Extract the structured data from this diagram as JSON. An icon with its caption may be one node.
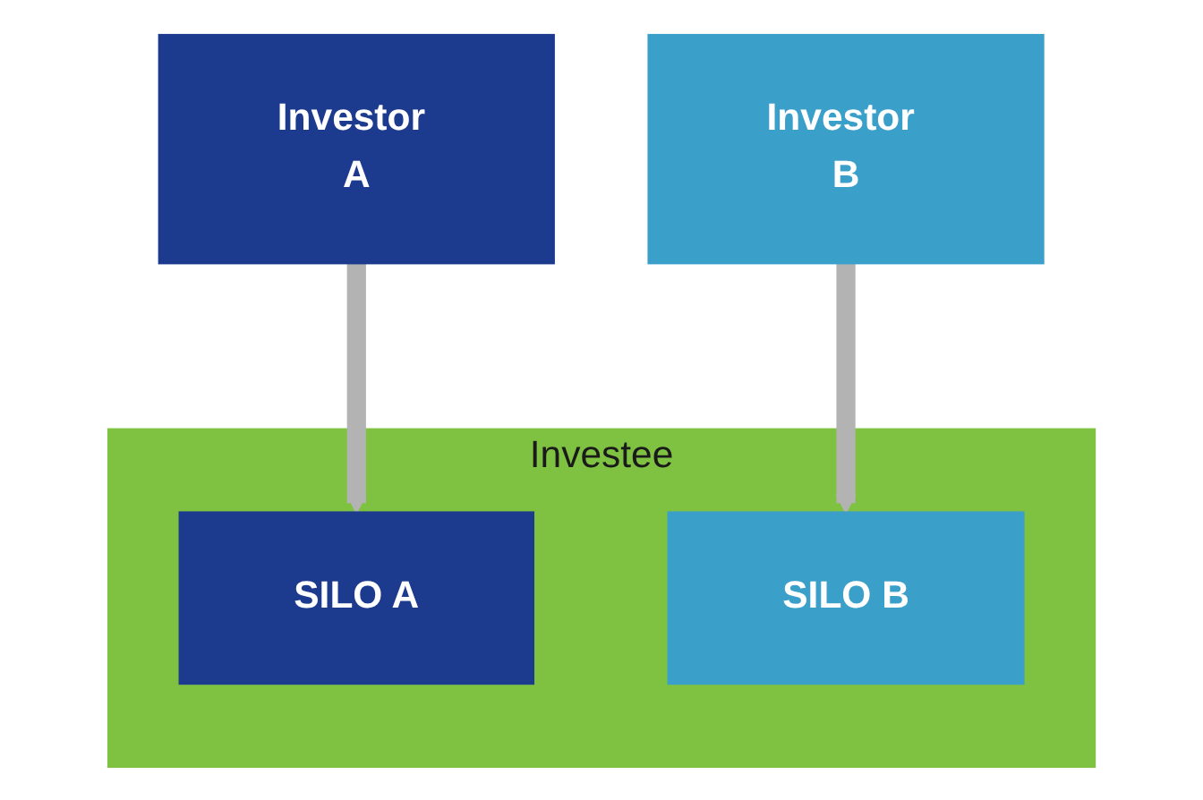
{
  "diagram": {
    "nodes": [
      {
        "text": [
          "Investor A"
        ]
      },
      {
        "text": [
          "Investor B"
        ]
      },
      {
        "text": [
          "Investee"
        ]
      },
      {
        "text": [
          "SILO A"
        ],
        "in": 2
      },
      {
        "text": [
          "SILO B"
        ],
        "in": 2
      }
    ],
    "edges": [
      {
        "from": 0,
        "to": 3,
        "arrow": "to"
      },
      {
        "from": 1,
        "to": 4,
        "arrow": "to"
      }
    ]
  }
}
